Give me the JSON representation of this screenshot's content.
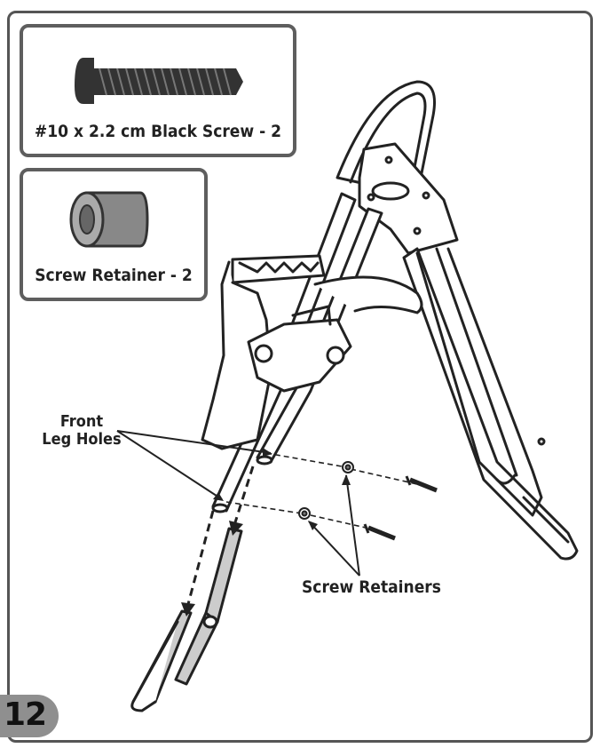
{
  "parts": {
    "screw_label": "#10 x 2.2 cm Black Screw - 2",
    "retainer_label": "Screw Retainer - 2"
  },
  "callouts": {
    "front_leg_holes_line1": "Front",
    "front_leg_holes_line2": "Leg Holes",
    "screw_retainers": "Screw Retainers"
  },
  "step": {
    "number": "12"
  },
  "colors": {
    "frame": "#555555",
    "badge": "#8f8f8f",
    "line": "#222222"
  }
}
